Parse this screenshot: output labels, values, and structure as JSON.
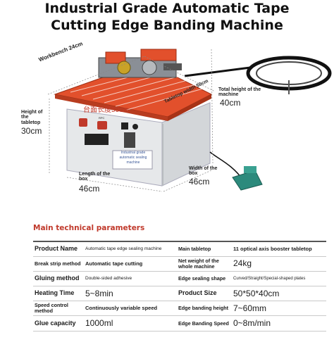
{
  "title": {
    "line1": "Industrial Grade Automatic Tape",
    "line2": "Cutting Edge Banding Machine"
  },
  "diagram": {
    "workbench_label": "Workbench 24cm",
    "tabletop_width_label": "Tabletop width 50cm",
    "total_height_label": "Total height of the machine",
    "total_height_value": "40cm",
    "tabletop_height_label": "Height of the tabletop",
    "tabletop_height_value": "30cm",
    "box_length_label": "Length of the box",
    "box_length_value": "46cm",
    "box_width_label": "Width of the box",
    "box_width_value": "46cm",
    "panel_overlay_text": "台面长度50cm",
    "panel_brand_line1": "Industrial grade",
    "panel_brand_line2": "automatic sealing",
    "panel_brand_line3": "machine",
    "control_label": "RPC",
    "colors": {
      "table_top": "#e2502c",
      "body": "#e6e8ea",
      "foot_pedal": "#2c8a7c",
      "accent_red": "#c0392b"
    }
  },
  "specs": {
    "title": "Main technical parameters",
    "rows": [
      {
        "k1": "Product Name",
        "v1": "Automatic tape edge sealing machine",
        "k2": "Main tabletop",
        "v2": "11 optical axis booster tabletop"
      },
      {
        "k1": "Break strip method",
        "v1": "Automatic tape cutting",
        "k2": "Net weight of the whole machine",
        "v2": "24kg"
      },
      {
        "k1": "Gluing method",
        "v1": "Double-sided adhesive",
        "k2": "Edge sealing shape",
        "v2": "Curved/Straight/Special-shaped plates"
      },
      {
        "k1": "Heating Time",
        "v1": "5~8min",
        "k2": "Product Size",
        "v2": "50*50*40cm"
      },
      {
        "k1": "Speed control method",
        "v1": "Continuously variable speed",
        "k2": "Edge banding height",
        "v2": "7~60mm"
      },
      {
        "k1": "Glue capacity",
        "v1": "1000ml",
        "k2": "Edge Banding Speed",
        "v2": "0~8m/min"
      }
    ]
  }
}
